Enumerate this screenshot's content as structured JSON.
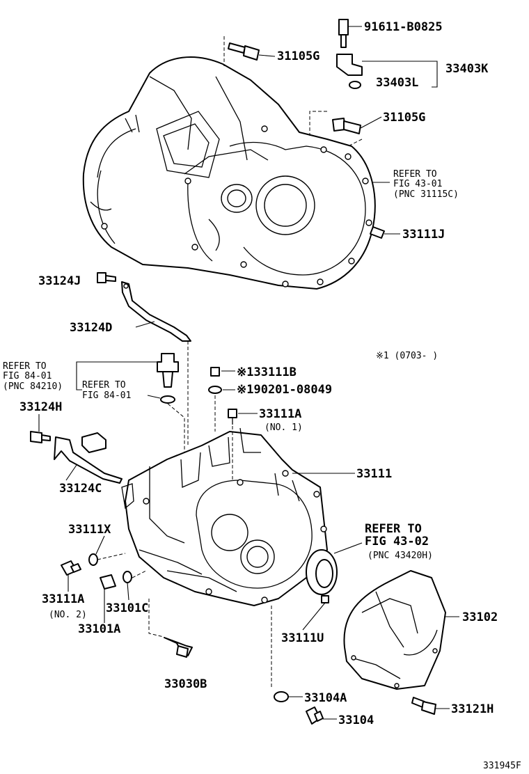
{
  "labels": {
    "p91611_b0825": "91611-B0825",
    "p31105g_a": "31105G",
    "p33403k": "33403K",
    "p33403l": "33403L",
    "p31105g_b": "31105G",
    "refer1_l1": "REFER TO",
    "refer1_l2": "FIG 43-01",
    "refer1_l3": "(PNC 31115C)",
    "p33111j": "33111J",
    "p33124j": "33124J",
    "p33124d": "33124D",
    "note_range": "※1 (0703-     )",
    "refer2_l1": "REFER TO",
    "refer2_l2": "FIG 84-01",
    "refer2_l3": "(PNC 84210)",
    "refer3_l1": "REFER TO",
    "refer3_l2": "FIG 84-01",
    "p33111b": "※133111B",
    "p90201": "※190201-08049",
    "p33124h": "33124H",
    "p33111a_1": "33111A",
    "p33111a_1_no": "(NO. 1)",
    "p33111": "33111",
    "p33124c": "33124C",
    "p33111x": "33111X",
    "refer4_l1": "REFER TO",
    "refer4_l2": "FIG 43-02",
    "refer4_l3": "(PNC 43420H)",
    "p33111a_2": "33111A",
    "p33111a_2_no": "(NO. 2)",
    "p33101c": "33101C",
    "p33101a": "33101A",
    "p33102": "33102",
    "p33111u": "33111U",
    "p33030b": "33030B",
    "p33104a": "33104A",
    "p33121h": "33121H",
    "p33104": "33104",
    "fig_id": "331945F"
  }
}
